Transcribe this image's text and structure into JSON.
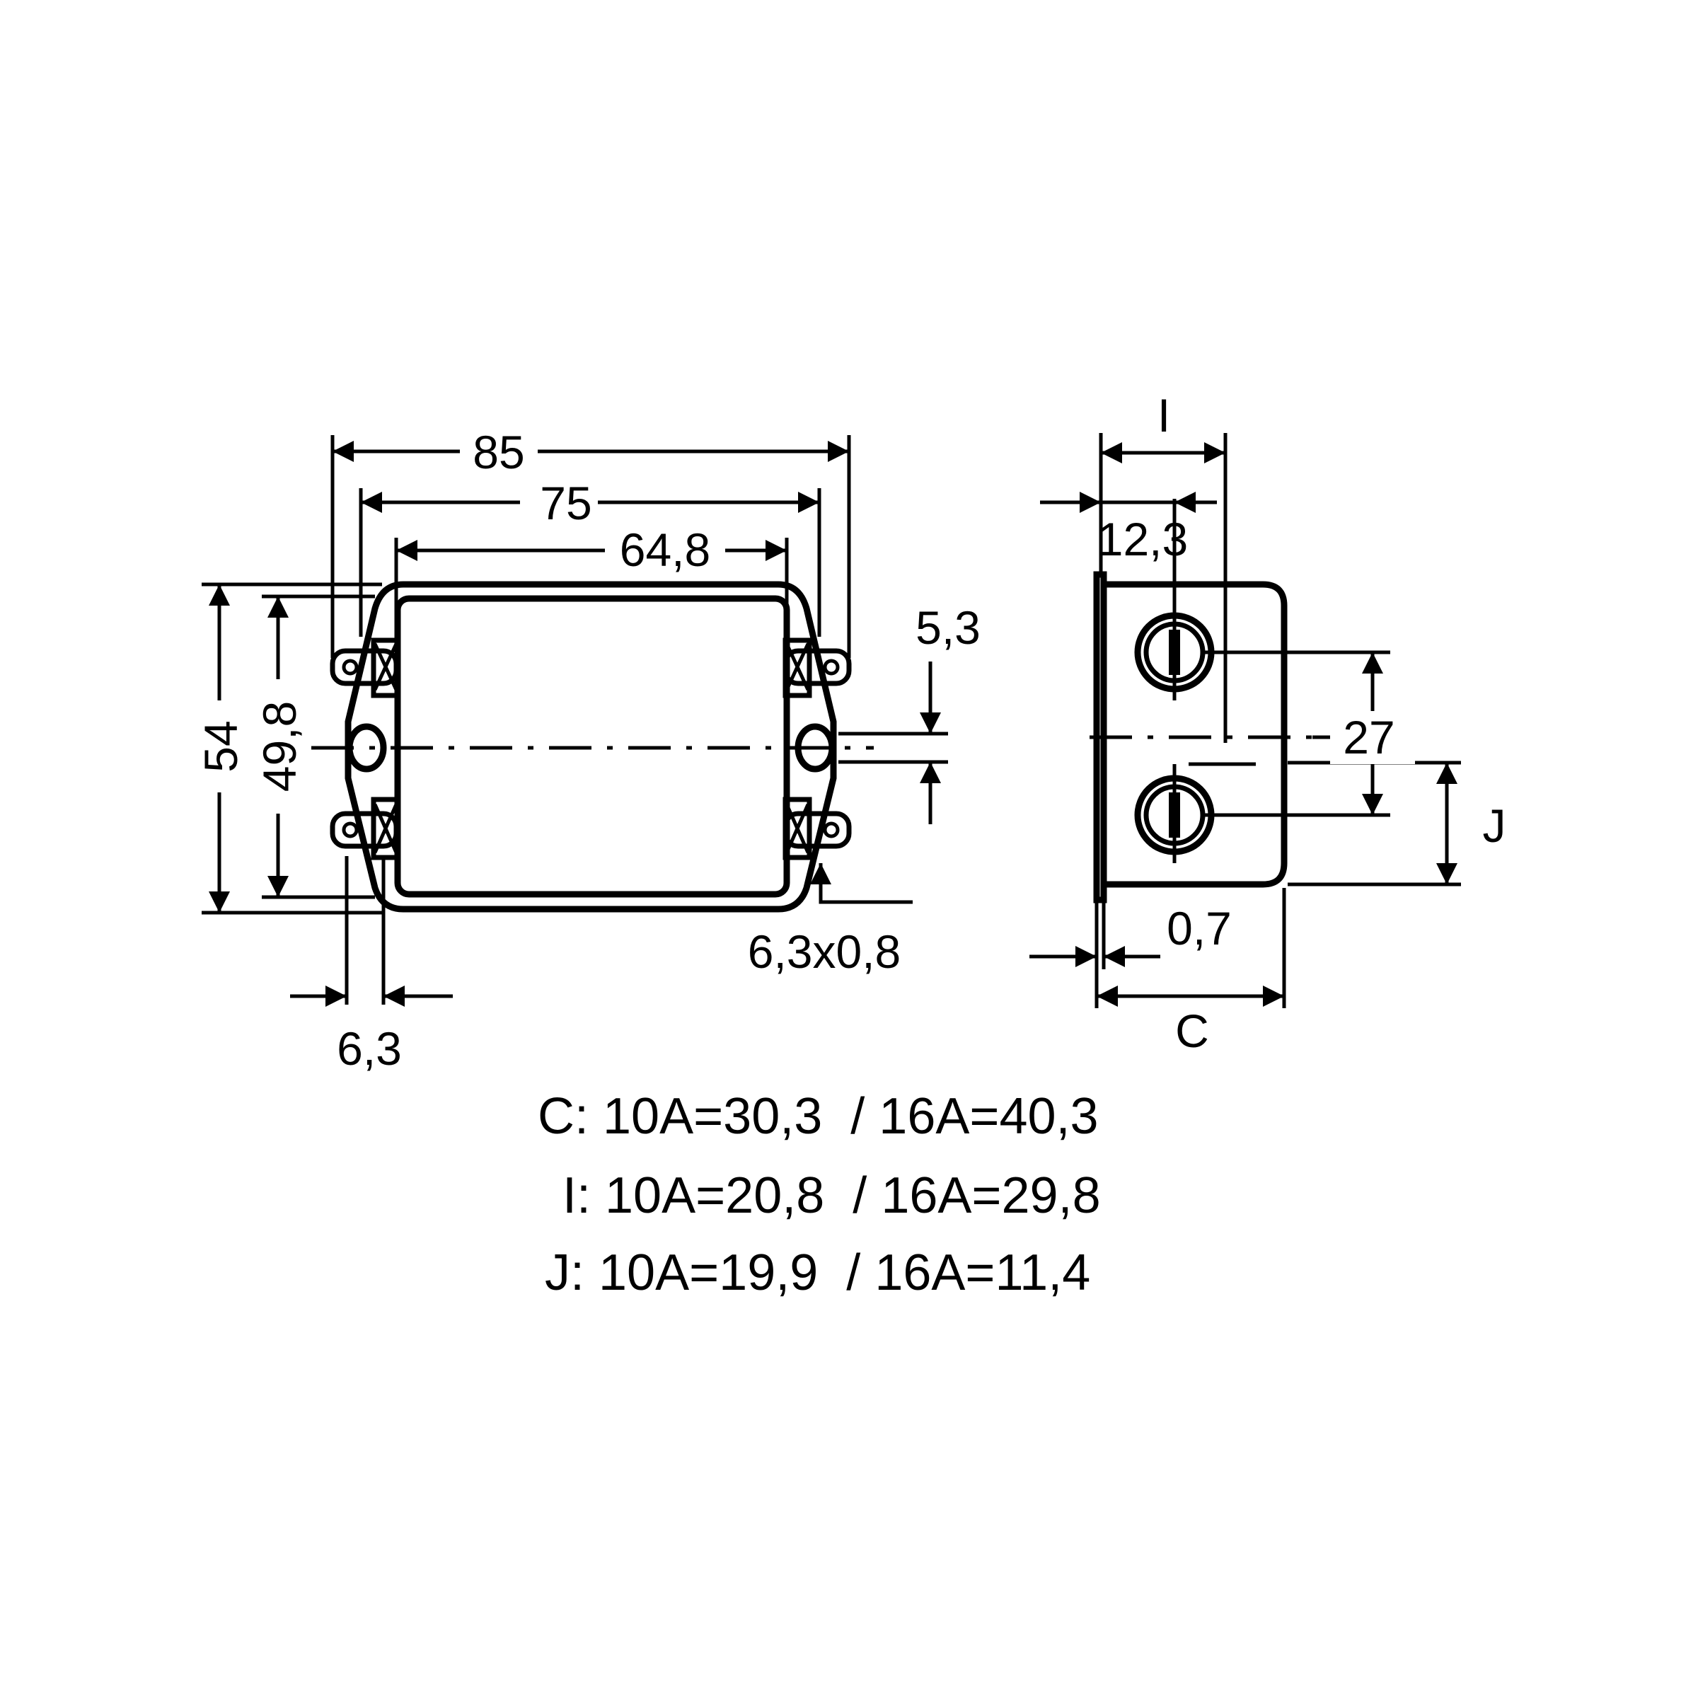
{
  "front_view": {
    "dim_85": "85",
    "dim_75": "75",
    "dim_64_8": "64,8",
    "dim_54": "54",
    "dim_49_8": "49,8",
    "dim_5_3": "5,3",
    "dim_6_3": "6,3",
    "dim_tab": "6,3x0,8"
  },
  "side_view": {
    "dim_I": "I",
    "dim_12_3": "12,3",
    "dim_27": "27",
    "dim_J": "J",
    "dim_0_7": "0,7",
    "dim_C": "C"
  },
  "notes": {
    "c": "C: 10A=30,3  / 16A=40,3",
    "i": "I: 10A=20,8  / 16A=29,8",
    "j": "J: 10A=19,9  / 16A=11,4"
  }
}
